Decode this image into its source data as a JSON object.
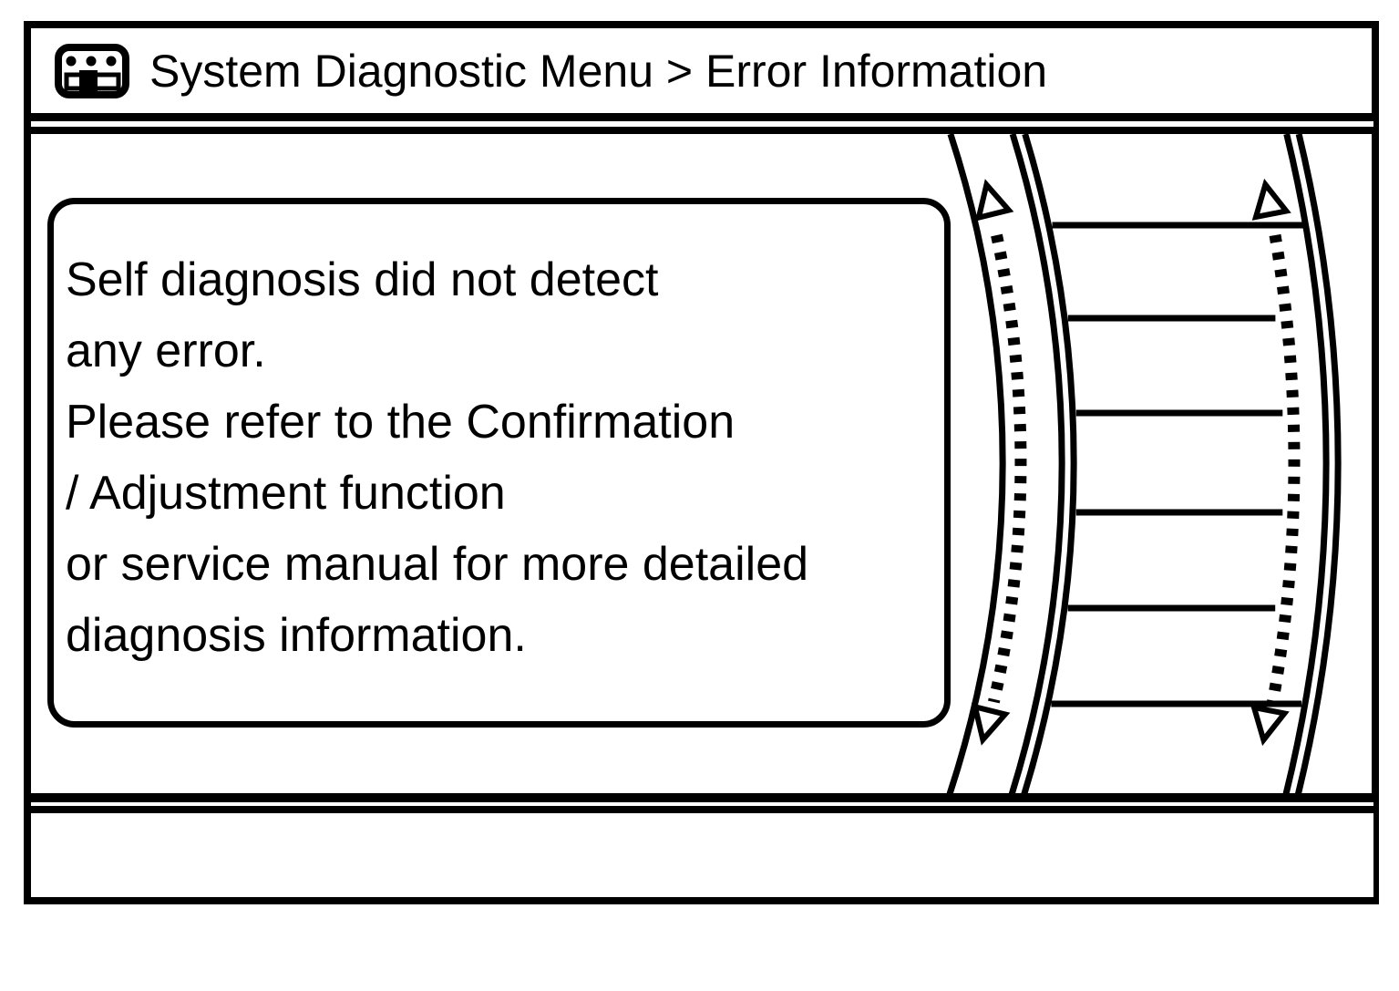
{
  "header": {
    "icon": "control-panel-icon",
    "title": "System Diagnostic Menu > Error Information"
  },
  "message": {
    "lines": [
      "Self diagnosis did not detect",
      "any error.",
      "Please refer to the Confirmation",
      "/ Adjustment function",
      "or service manual for more detailed",
      "diagnosis information."
    ]
  },
  "list": {
    "visible_row_separators": 6,
    "row_labels": []
  },
  "scroll_indicators": {
    "left_up": "scroll-up-arrow",
    "left_down": "scroll-down-arrow",
    "right_up": "scroll-up-arrow",
    "right_down": "scroll-down-arrow"
  },
  "colors": {
    "foreground": "#000000",
    "background": "#ffffff"
  }
}
